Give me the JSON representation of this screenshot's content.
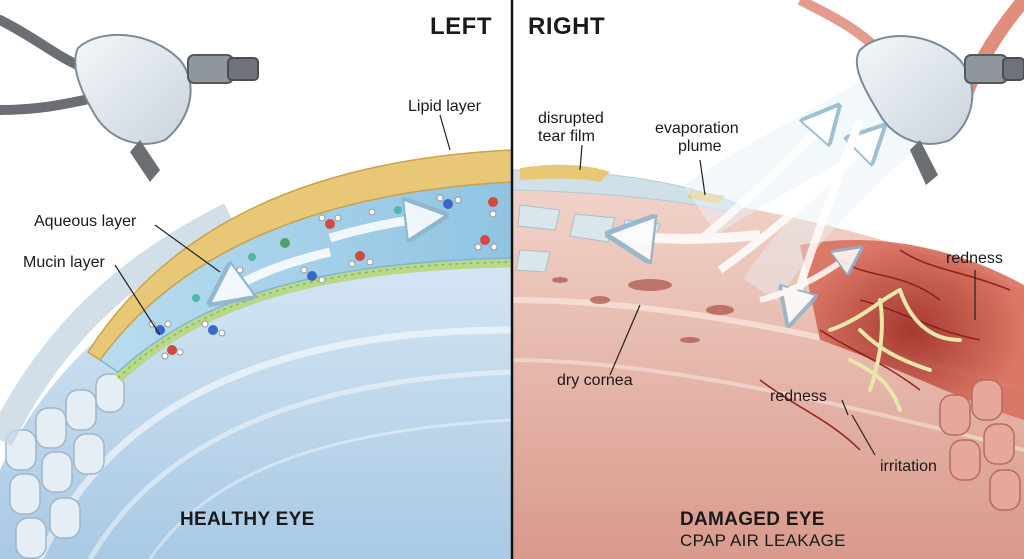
{
  "panels": {
    "left": {
      "heading": "LEFT",
      "caption": "HEALTHY EYE"
    },
    "right": {
      "heading": "RIGHT",
      "caption": "DAMAGED EYE",
      "subcaption": "CPAP AIR LEAKAGE"
    }
  },
  "labels": {
    "lipid": "Lipid layer",
    "aqueous": "Aqueous layer",
    "mucin": "Mucin layer",
    "disrupted_line1": "disrupted",
    "disrupted_line2": "tear film",
    "evaporation_line1": "evaporation",
    "evaporation_line2": "plume",
    "dry_cornea": "dry cornea",
    "redness_top": "redness",
    "redness_mid": "redness",
    "irritation": "irritation"
  },
  "colors": {
    "lipid": "#e8c877",
    "aqueous": "#a9d3ea",
    "mucin": "#b8d98a",
    "cornea_healthy": "#cfe3f2",
    "cornea_damaged": "#e9b9aa",
    "redness": "#c9463a",
    "divider": "#111111"
  },
  "icons": {
    "left_mask": "cpap-mask-icon",
    "right_mask": "cpap-mask-icon"
  }
}
